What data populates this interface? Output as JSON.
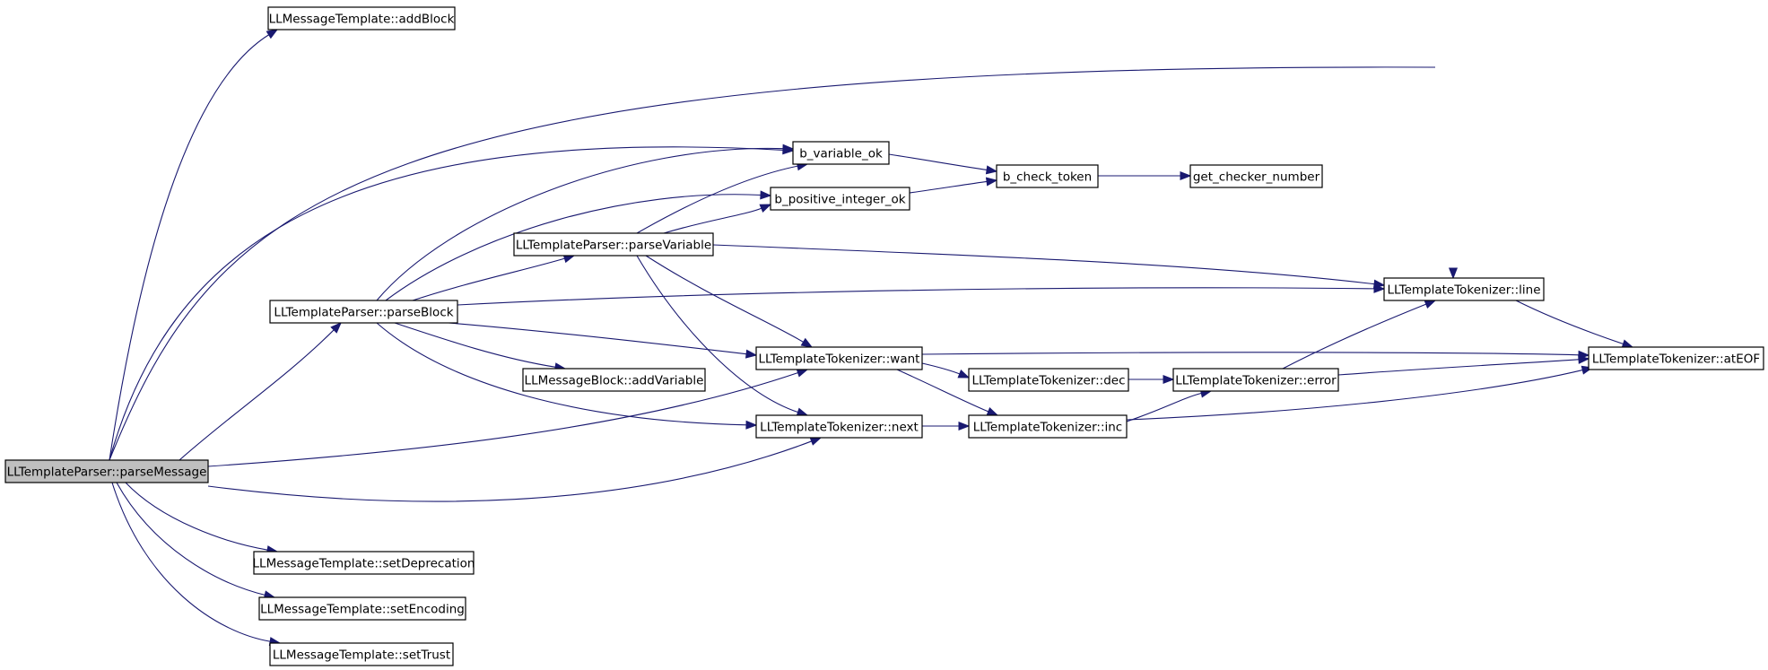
{
  "graph": {
    "type": "call-graph",
    "root": "parseMessage",
    "colors": {
      "edge": "#191970",
      "root_fill": "#bfbfbf",
      "node_fill": "#ffffff",
      "border": "#000000"
    },
    "nodes": [
      {
        "id": "parseMessage",
        "label": "LLTemplateParser::parseMessage"
      },
      {
        "id": "addBlock",
        "label": "LLMessageTemplate::addBlock"
      },
      {
        "id": "parseBlock",
        "label": "LLTemplateParser::parseBlock"
      },
      {
        "id": "b_variable_ok",
        "label": "b_variable_ok"
      },
      {
        "id": "b_positive_integer_ok",
        "label": "b_positive_integer_ok"
      },
      {
        "id": "b_check_token",
        "label": "b_check_token"
      },
      {
        "id": "get_checker_number",
        "label": "get_checker_number"
      },
      {
        "id": "parseVariable",
        "label": "LLTemplateParser::parseVariable"
      },
      {
        "id": "line",
        "label": "LLTemplateTokenizer::line"
      },
      {
        "id": "want",
        "label": "LLTemplateTokenizer::want"
      },
      {
        "id": "addVariable",
        "label": "LLMessageBlock::addVariable"
      },
      {
        "id": "next",
        "label": "LLTemplateTokenizer::next"
      },
      {
        "id": "dec",
        "label": "LLTemplateTokenizer::dec"
      },
      {
        "id": "inc",
        "label": "LLTemplateTokenizer::inc"
      },
      {
        "id": "error",
        "label": "LLTemplateTokenizer::error"
      },
      {
        "id": "atEOF",
        "label": "LLTemplateTokenizer::atEOF"
      },
      {
        "id": "setDeprecation",
        "label": "LLMessageTemplate::setDeprecation"
      },
      {
        "id": "setEncoding",
        "label": "LLMessageTemplate::setEncoding"
      },
      {
        "id": "setTrust",
        "label": "LLMessageTemplate::setTrust"
      }
    ],
    "edges": [
      {
        "from": "parseMessage",
        "to": "addBlock"
      },
      {
        "from": "parseMessage",
        "to": "b_variable_ok"
      },
      {
        "from": "parseMessage",
        "to": "line"
      },
      {
        "from": "parseMessage",
        "to": "parseBlock"
      },
      {
        "from": "parseMessage",
        "to": "want"
      },
      {
        "from": "parseMessage",
        "to": "next"
      },
      {
        "from": "parseMessage",
        "to": "setDeprecation"
      },
      {
        "from": "parseMessage",
        "to": "setEncoding"
      },
      {
        "from": "parseMessage",
        "to": "setTrust"
      },
      {
        "from": "parseBlock",
        "to": "b_variable_ok"
      },
      {
        "from": "parseBlock",
        "to": "b_positive_integer_ok"
      },
      {
        "from": "parseBlock",
        "to": "parseVariable"
      },
      {
        "from": "parseBlock",
        "to": "line"
      },
      {
        "from": "parseBlock",
        "to": "want"
      },
      {
        "from": "parseBlock",
        "to": "addVariable"
      },
      {
        "from": "parseBlock",
        "to": "next"
      },
      {
        "from": "parseVariable",
        "to": "b_variable_ok"
      },
      {
        "from": "parseVariable",
        "to": "b_positive_integer_ok"
      },
      {
        "from": "parseVariable",
        "to": "line"
      },
      {
        "from": "parseVariable",
        "to": "want"
      },
      {
        "from": "parseVariable",
        "to": "next"
      },
      {
        "from": "b_variable_ok",
        "to": "b_check_token"
      },
      {
        "from": "b_positive_integer_ok",
        "to": "b_check_token"
      },
      {
        "from": "b_check_token",
        "to": "get_checker_number"
      },
      {
        "from": "line",
        "to": "atEOF"
      },
      {
        "from": "want",
        "to": "atEOF"
      },
      {
        "from": "want",
        "to": "dec"
      },
      {
        "from": "want",
        "to": "inc"
      },
      {
        "from": "next",
        "to": "inc"
      },
      {
        "from": "dec",
        "to": "error"
      },
      {
        "from": "inc",
        "to": "error"
      },
      {
        "from": "inc",
        "to": "atEOF"
      },
      {
        "from": "error",
        "to": "line"
      },
      {
        "from": "error",
        "to": "atEOF"
      }
    ]
  }
}
